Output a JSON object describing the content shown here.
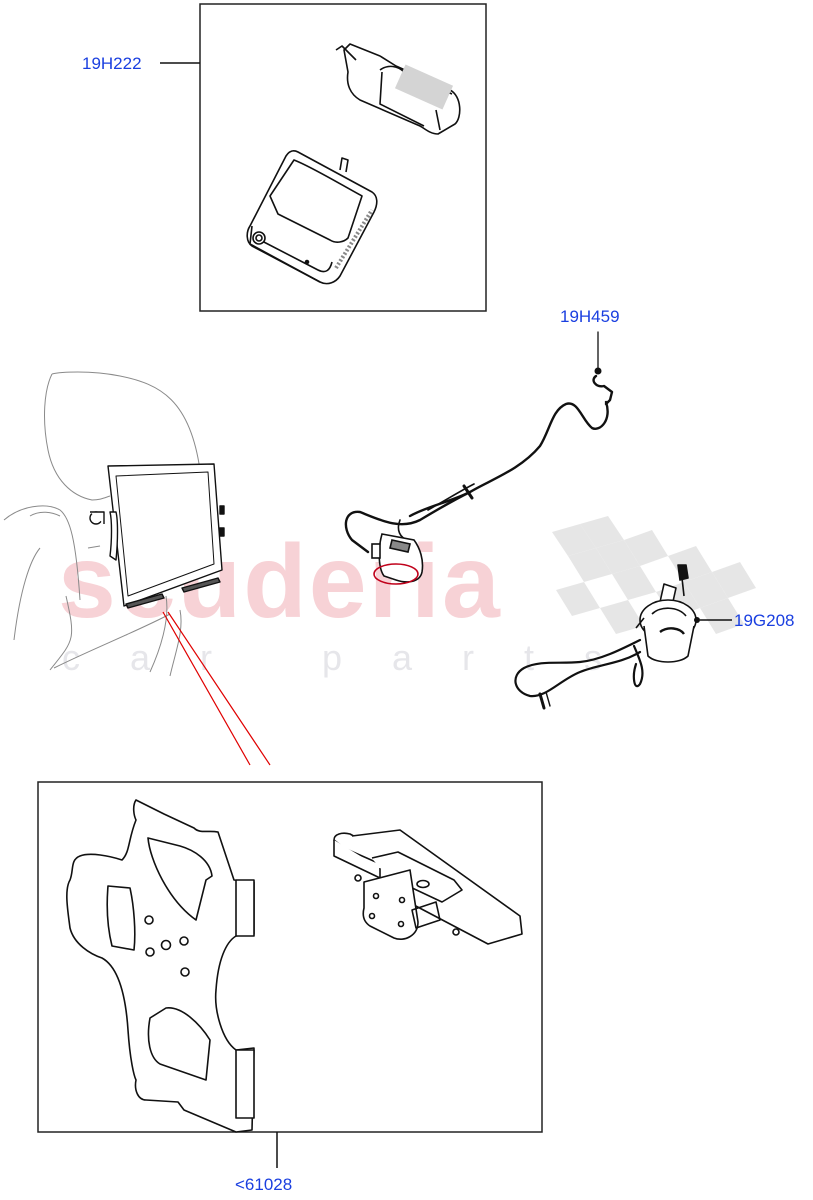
{
  "diagram": {
    "callouts": [
      {
        "id": "19H222",
        "label": "19H222",
        "part": "rear-seat camera/monitor unit and cover"
      },
      {
        "id": "19H459",
        "label": "19H459",
        "part": "accessory harness with clip mount"
      },
      {
        "id": "19G208",
        "label": "19G208",
        "part": "cup holder socket assembly with harness"
      },
      {
        "id": "61028",
        "label": "<61028",
        "part": "tablet holder plate and headrest bracket kit"
      }
    ],
    "watermark": {
      "main": "scuderia",
      "sub": "car parts",
      "main_color": "#f7d2d6",
      "sub_color": "#e6e6ea"
    },
    "colors": {
      "callout_text": "#1a3fe0",
      "line_art": "#111111",
      "leader_red": "#e00000",
      "seat_outline": "#8a8a8a"
    }
  }
}
